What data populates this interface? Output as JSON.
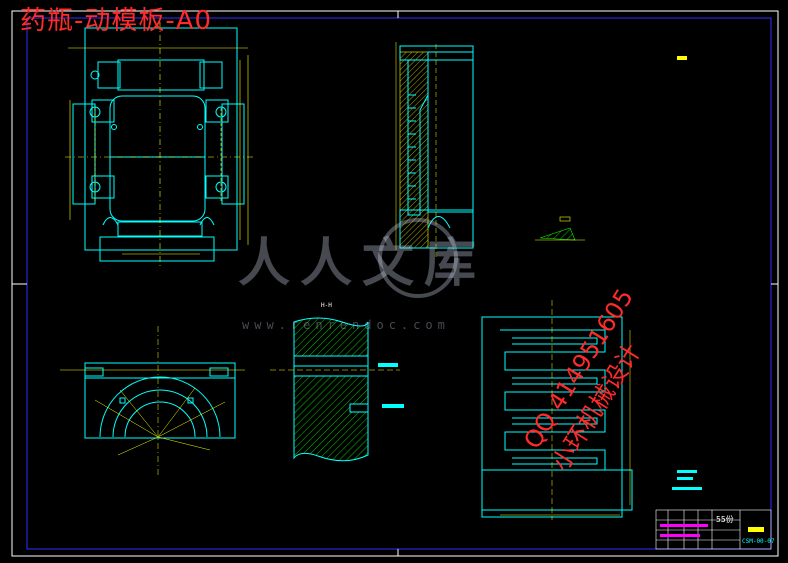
{
  "title": "药瓶-动模板-A0",
  "watermark": {
    "logo": "人人文库",
    "url": "www.renrendoc.com",
    "qq": "QQ 414951605",
    "shop": "小环机械设计"
  },
  "section_label": "H-H",
  "title_block": {
    "sheet": "55份",
    "drawing_code": "CSM-00-07"
  },
  "colors": {
    "background": "#000000",
    "outline": "#00ffff",
    "dimension": "#ffff00",
    "border": "#0000ff",
    "hatch": "#00ff00",
    "annotation": "#ff2a2a",
    "text": "#ffffff"
  }
}
